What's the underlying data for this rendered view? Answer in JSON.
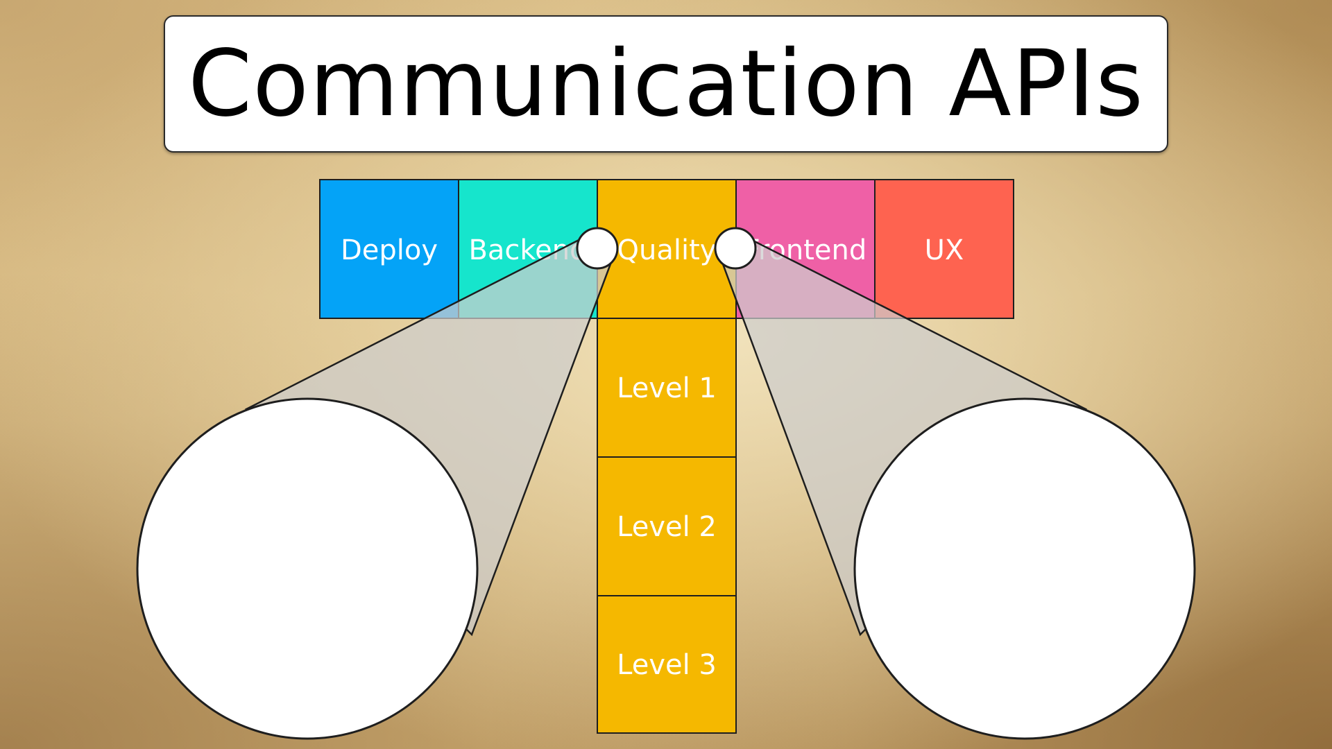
{
  "title": "Communication APIs",
  "columns": [
    {
      "label": "Deploy",
      "color": "#04a3f7"
    },
    {
      "label": "Backend",
      "color": "#16e5cc"
    },
    {
      "label": "Quality",
      "color": "#f5b800"
    },
    {
      "label": "Frontend",
      "color": "#ef60a6"
    },
    {
      "label": "UX",
      "color": "#fe6350"
    }
  ],
  "levels": [
    "Level 1",
    "Level 2",
    "Level 3"
  ],
  "colors": {
    "quality": "#f5b800",
    "outline": "#1e1e1e",
    "callout_fill": "#ffffff"
  }
}
